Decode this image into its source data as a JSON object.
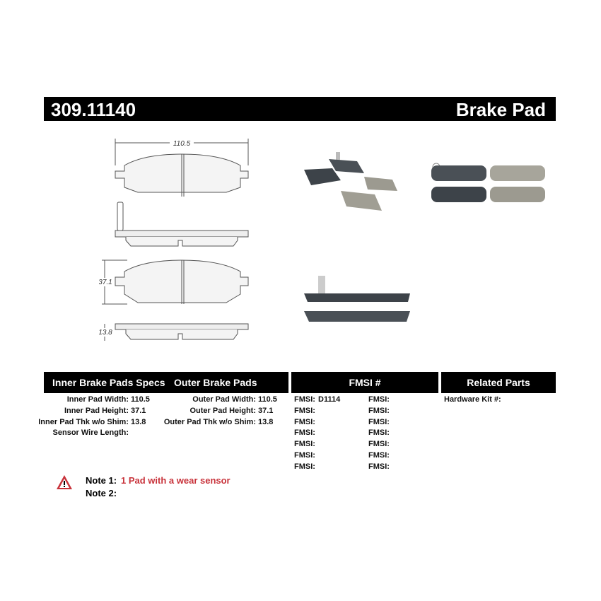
{
  "header": {
    "part_number": "309.11140",
    "product_type": "Brake Pad"
  },
  "drawing": {
    "width_dim": "110.5",
    "height_dim": "37.1",
    "thickness_dim": "13.8"
  },
  "specs": {
    "inner_title": "Inner Brake Pads Specs",
    "outer_title": "Outer Brake Pads Specs",
    "fmsi_title": "FMSI #",
    "related_title": "Related Parts",
    "inner": [
      {
        "label": "Inner Pad Width:",
        "value": "110.5"
      },
      {
        "label": "Inner Pad Height:",
        "value": "37.1"
      },
      {
        "label": "Inner Pad Thk w/o Shim:",
        "value": "13.8"
      },
      {
        "label": "Sensor Wire Length:",
        "value": ""
      }
    ],
    "outer": [
      {
        "label": "Outer Pad Width:",
        "value": "110.5"
      },
      {
        "label": "Outer Pad Height:",
        "value": "37.1"
      },
      {
        "label": "Outer Pad Thk w/o Shim:",
        "value": "13.8"
      }
    ],
    "fmsi_left": [
      {
        "label": "FMSI:",
        "value": "D1114"
      },
      {
        "label": "FMSI:",
        "value": ""
      },
      {
        "label": "FMSI:",
        "value": ""
      },
      {
        "label": "FMSI:",
        "value": ""
      },
      {
        "label": "FMSI:",
        "value": ""
      },
      {
        "label": "FMSI:",
        "value": ""
      },
      {
        "label": "FMSI:",
        "value": ""
      }
    ],
    "fmsi_right": [
      {
        "label": "FMSI:"
      },
      {
        "label": "FMSI:"
      },
      {
        "label": "FMSI:"
      },
      {
        "label": "FMSI:"
      },
      {
        "label": "FMSI:"
      },
      {
        "label": "FMSI:"
      },
      {
        "label": "FMSI:"
      }
    ],
    "related": [
      {
        "label": "Hardware Kit #:",
        "value": ""
      }
    ]
  },
  "notes": [
    {
      "label": "Note 1:",
      "text": "1 Pad with a wear sensor"
    },
    {
      "label": "Note 2:",
      "text": ""
    }
  ],
  "colors": {
    "note_red": "#c8323a",
    "header_bg": "#000000"
  },
  "icons": {
    "warning": "warning-triangle-icon"
  }
}
